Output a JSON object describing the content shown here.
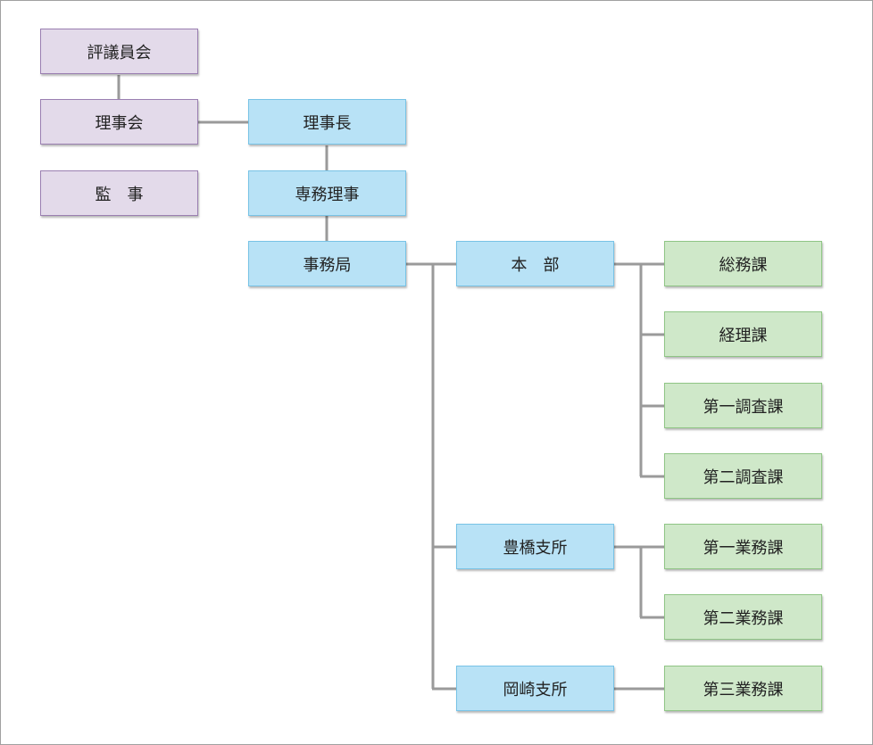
{
  "diagram": {
    "colors": {
      "governance": "#e3daea",
      "executive": "#b8e2f6",
      "section": "#cfe8c9",
      "connector": "#9a9a9a"
    },
    "nodes": {
      "hyogiinkai": "評議員会",
      "rijikai": "理事会",
      "kanji": "監　事",
      "rijicho": "理事長",
      "senmu_riji": "専務理事",
      "jimukyoku": "事務局",
      "honbu": "本　部",
      "toyohashi_shisho": "豊橋支所",
      "okazaki_shisho": "岡崎支所",
      "somuka": "総務課",
      "keirika": "経理課",
      "daiichi_chosaka": "第一調査課",
      "daini_chosaka": "第二調査課",
      "daiichi_gyomuka": "第一業務課",
      "daini_gyomuka": "第二業務課",
      "daisan_gyomuka": "第三業務課"
    }
  }
}
